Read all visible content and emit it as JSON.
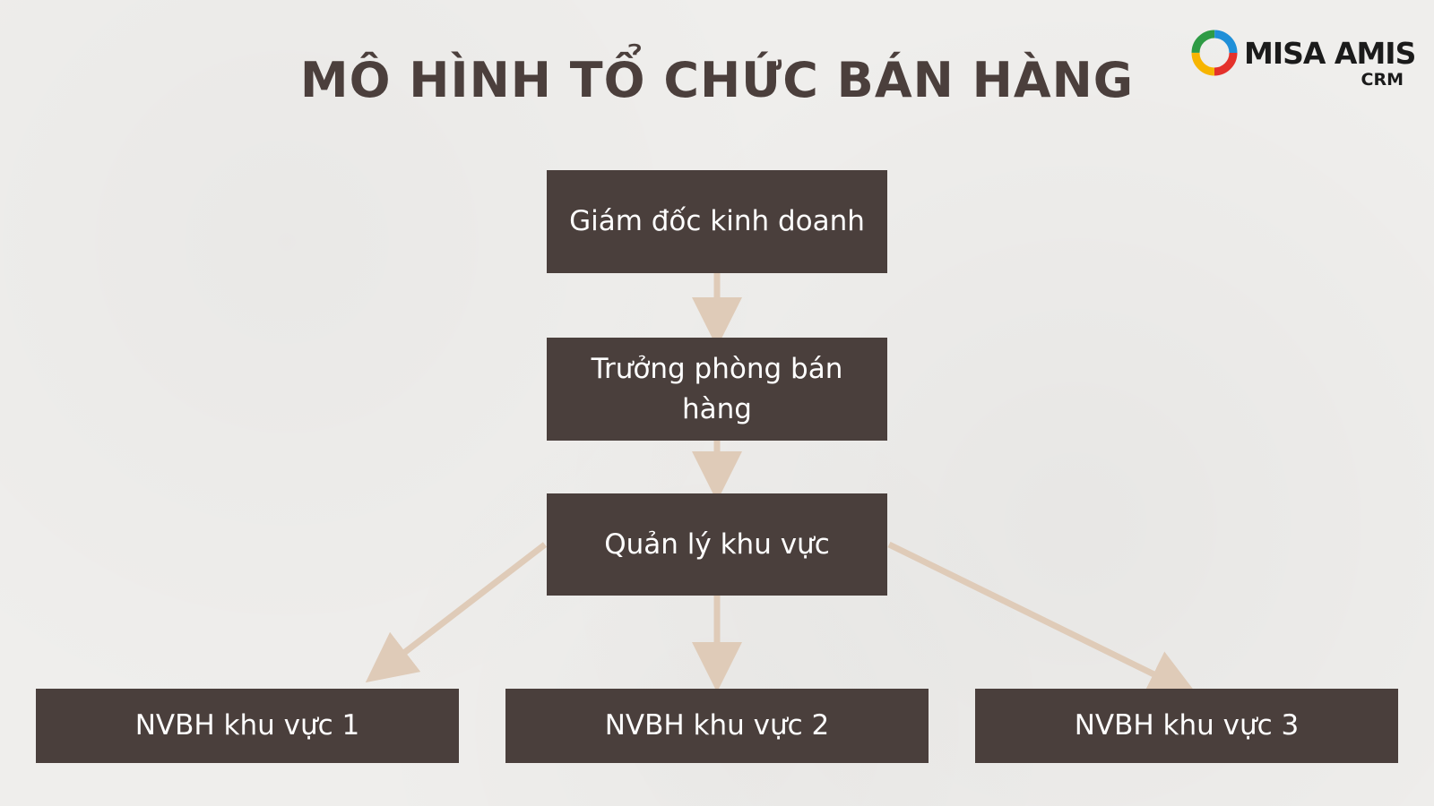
{
  "title": "MÔ HÌNH TỔ CHỨC BÁN HÀNG",
  "logo": {
    "main": "MISA AMIS",
    "sub": "CRM",
    "ring_colors": [
      "#e4312b",
      "#f7b500",
      "#2e9b45",
      "#1f8fd8"
    ]
  },
  "colors": {
    "background": "#efeeec",
    "node_fill": "#4a3f3c",
    "node_text": "#ffffff",
    "arrow": "#dfcbb8",
    "title": "#4b3f3c"
  },
  "nodes": {
    "director": "Giám đốc kinh doanh",
    "sales_manager": "Trưởng phòng bán hàng",
    "area_manager": "Quản lý khu vực",
    "rep_1": "NVBH khu vực 1",
    "rep_2": "NVBH khu vực 2",
    "rep_3": "NVBH khu vực 3"
  },
  "edges": [
    {
      "from": "director",
      "to": "sales_manager"
    },
    {
      "from": "sales_manager",
      "to": "area_manager"
    },
    {
      "from": "area_manager",
      "to": "rep_1"
    },
    {
      "from": "area_manager",
      "to": "rep_2"
    },
    {
      "from": "area_manager",
      "to": "rep_3"
    }
  ]
}
